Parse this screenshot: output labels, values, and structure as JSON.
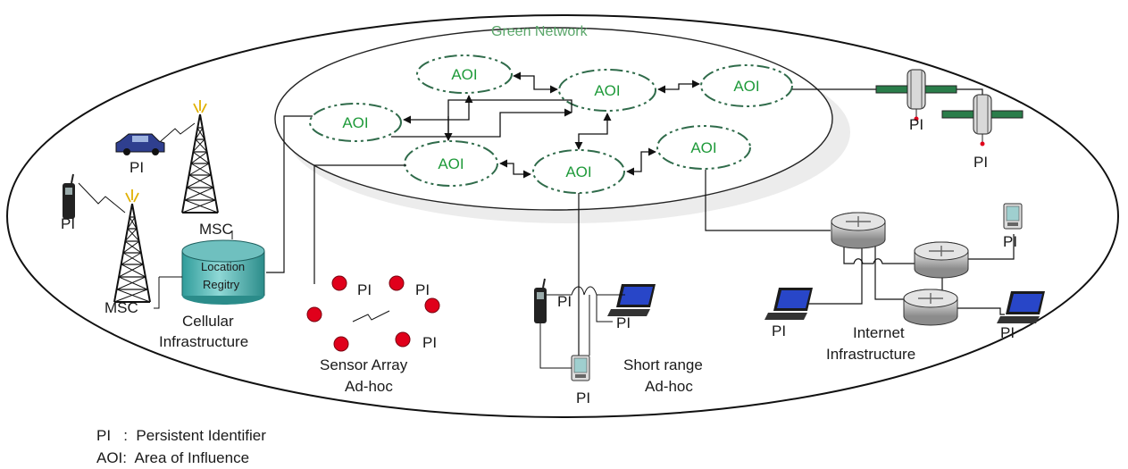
{
  "title": "Green Network",
  "aoi_label": "AOI",
  "pi_label": "PI",
  "msc_label": "MSC",
  "location_registry": [
    "Location",
    "Regitry"
  ],
  "cellular": [
    "Cellular",
    "Infrastructure"
  ],
  "sensor": [
    "Sensor Array",
    "Ad-hoc"
  ],
  "short_range": [
    "Short range",
    "Ad-hoc"
  ],
  "internet": [
    "Internet",
    "Infrastructure"
  ],
  "legend": [
    "PI   :  Persistent Identifier",
    "AOI:  Area of Influence"
  ],
  "colors": {
    "aoi": "#1f9a3a",
    "aoi_dash": "#2f6b4a",
    "sensor": "#e0001b",
    "laptop_screen": "#2846c8"
  }
}
